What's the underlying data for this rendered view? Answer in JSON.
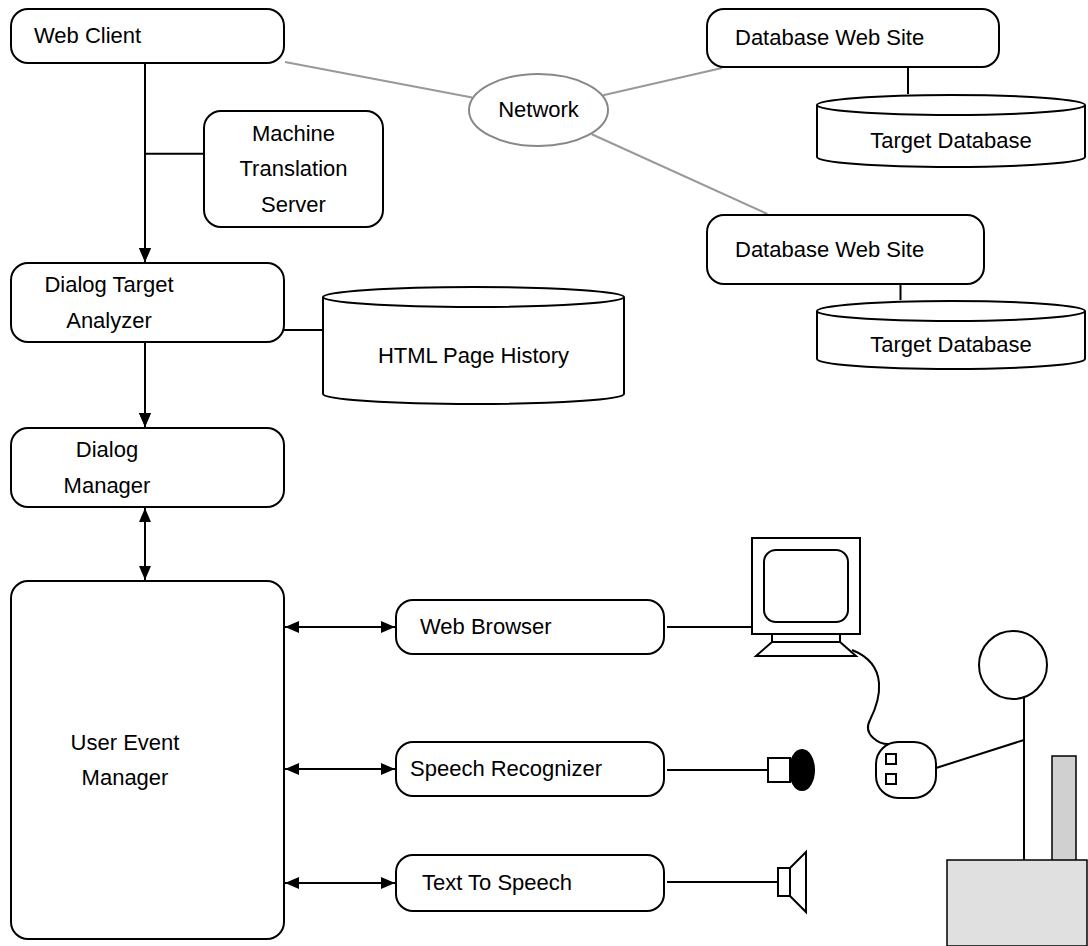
{
  "diagram": {
    "nodes": [
      {
        "text": [
          "Web Client"
        ]
      },
      {
        "text": [
          "Machine Translation Server"
        ]
      },
      {
        "text": [
          "Network"
        ]
      },
      {
        "text": [
          "Database Web Site"
        ]
      },
      {
        "text": [
          "Target Database"
        ]
      },
      {
        "text": [
          "Database Web Site"
        ]
      },
      {
        "text": [
          "Target Database"
        ]
      },
      {
        "text": [
          "Dialog Target Analyzer"
        ]
      },
      {
        "text": [
          "HTML Page History"
        ]
      },
      {
        "text": [
          "Dialog Manager"
        ]
      },
      {
        "text": [
          "User Event Manager"
        ]
      },
      {
        "text": [
          "Web Browser"
        ]
      },
      {
        "text": [
          "Speech Recognizer"
        ]
      },
      {
        "text": [
          "Text To Speech"
        ]
      }
    ],
    "edges": [
      {
        "from": 0,
        "to": 7,
        "arrow": "to"
      },
      {
        "from": 1,
        "to": 7,
        "arrow": "to"
      },
      {
        "from": 0,
        "to": 2,
        "arrow": "none"
      },
      {
        "from": 2,
        "to": 3,
        "arrow": "none"
      },
      {
        "from": 2,
        "to": 5,
        "arrow": "none"
      },
      {
        "from": 3,
        "to": 4,
        "arrow": "none"
      },
      {
        "from": 5,
        "to": 6,
        "arrow": "none"
      },
      {
        "from": 7,
        "to": 9,
        "arrow": "to"
      },
      {
        "from": 8,
        "to": 9,
        "arrow": "to"
      },
      {
        "from": 9,
        "to": 10,
        "arrow": "both"
      },
      {
        "from": 10,
        "to": 11,
        "arrow": "both"
      },
      {
        "from": 10,
        "to": 12,
        "arrow": "both"
      },
      {
        "from": 10,
        "to": 13,
        "arrow": "both"
      }
    ]
  }
}
